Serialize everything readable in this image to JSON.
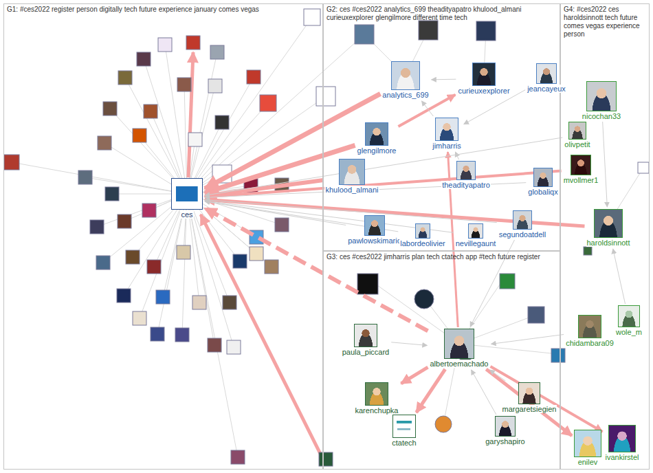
{
  "diagram": {
    "nodes": [
      {
        "text": [
          "G1: #ces2022 register person digitally tech future experience january comes vegas"
        ]
      },
      {
        "text": [
          "G2: ces #ces2022 analytics_699 theadityapatro khulood_almani curieuxexplorer glengilmore different time tech"
        ]
      },
      {
        "text": [
          "G3: ces #ces2022 jimharris plan tech ctatech app #tech future register"
        ]
      },
      {
        "text": [
          "G4: #ces2022 ces haroldsinnott tech future comes vegas experience person"
        ]
      },
      {
        "text": [
          "ces"
        ],
        "in": 0
      },
      {
        "text": [
          "analytics_699"
        ],
        "in": 1
      },
      {
        "text": [
          "curieuxexplorer"
        ],
        "in": 1
      },
      {
        "text": [
          "jeancayeux"
        ],
        "in": 1
      },
      {
        "text": [
          "glengilmore"
        ],
        "in": 1
      },
      {
        "text": [
          "jimharris"
        ],
        "in": 1
      },
      {
        "text": [
          "khulood_almani"
        ],
        "in": 1
      },
      {
        "text": [
          "theadityapatro"
        ],
        "in": 1
      },
      {
        "text": [
          "globaliqx"
        ],
        "in": 1
      },
      {
        "text": [
          "pawlowskimario"
        ],
        "in": 1
      },
      {
        "text": [
          "segundoatdell"
        ],
        "in": 1
      },
      {
        "text": [
          "labordeolivier"
        ],
        "in": 1
      },
      {
        "text": [
          "nevillegaunt"
        ],
        "in": 1
      },
      {
        "text": [
          "paula_piccard"
        ],
        "in": 2
      },
      {
        "text": [
          "albertoemachado"
        ],
        "in": 2
      },
      {
        "text": [
          "karenchupka"
        ],
        "in": 2
      },
      {
        "text": [
          "margaretsiegien"
        ],
        "in": 2
      },
      {
        "text": [
          "ctatech"
        ],
        "in": 2
      },
      {
        "text": [
          "garyshapiro"
        ],
        "in": 2
      },
      {
        "text": [
          "nicochan33"
        ],
        "in": 3
      },
      {
        "text": [
          "olivpetit"
        ],
        "in": 3
      },
      {
        "text": [
          "mvollmer1"
        ],
        "in": 3
      },
      {
        "text": [
          "haroldsinnott"
        ],
        "in": 3
      },
      {
        "text": [
          "wole_m"
        ],
        "in": 3
      },
      {
        "text": [
          "chidambara09"
        ],
        "in": 3
      },
      {
        "text": [
          "enilev"
        ],
        "in": 3
      },
      {
        "text": [
          "ivankirstel"
        ],
        "in": 3
      }
    ],
    "edges": [
      {
        "from": 5,
        "to": 4,
        "arrow": "to"
      },
      {
        "from": 8,
        "to": 4,
        "arrow": "to"
      },
      {
        "from": 10,
        "to": 4,
        "arrow": "to"
      },
      {
        "from": 25,
        "to": 4,
        "arrow": "to"
      },
      {
        "from": 26,
        "to": 4,
        "arrow": "to"
      },
      {
        "from": 18,
        "to": 4,
        "arrow": "to"
      },
      {
        "from": 8,
        "to": 6,
        "arrow": "to"
      },
      {
        "from": 18,
        "to": 19,
        "arrow": "to"
      },
      {
        "from": 18,
        "to": 21,
        "arrow": "to"
      },
      {
        "from": 18,
        "to": 29,
        "arrow": "to"
      },
      {
        "from": 18,
        "to": 30,
        "arrow": "to"
      },
      {
        "from": 18,
        "to": 9,
        "arrow": "to"
      },
      {
        "from": 9,
        "to": 5,
        "arrow": "to"
      },
      {
        "from": 11,
        "to": 9,
        "arrow": "to"
      },
      {
        "from": 7,
        "to": 9,
        "arrow": "to"
      },
      {
        "from": 13,
        "to": 4,
        "arrow": "to"
      },
      {
        "from": 14,
        "to": 4,
        "arrow": "to"
      },
      {
        "from": 15,
        "to": 4,
        "arrow": "to"
      },
      {
        "from": 16,
        "to": 4,
        "arrow": "to"
      },
      {
        "from": 12,
        "to": 4,
        "arrow": "to"
      },
      {
        "from": 24,
        "to": 4,
        "arrow": "to"
      },
      {
        "from": 17,
        "to": 18,
        "arrow": "to"
      },
      {
        "from": 22,
        "to": 18,
        "arrow": "to"
      },
      {
        "from": 20,
        "to": 18,
        "arrow": "to"
      },
      {
        "from": 14,
        "to": 18,
        "arrow": "to"
      },
      {
        "from": 23,
        "to": 26,
        "arrow": "to"
      },
      {
        "from": 27,
        "to": 26,
        "arrow": "to"
      },
      {
        "from": 28,
        "to": 18,
        "arrow": "to"
      },
      {
        "from": 6,
        "to": 5,
        "arrow": "to"
      }
    ]
  }
}
